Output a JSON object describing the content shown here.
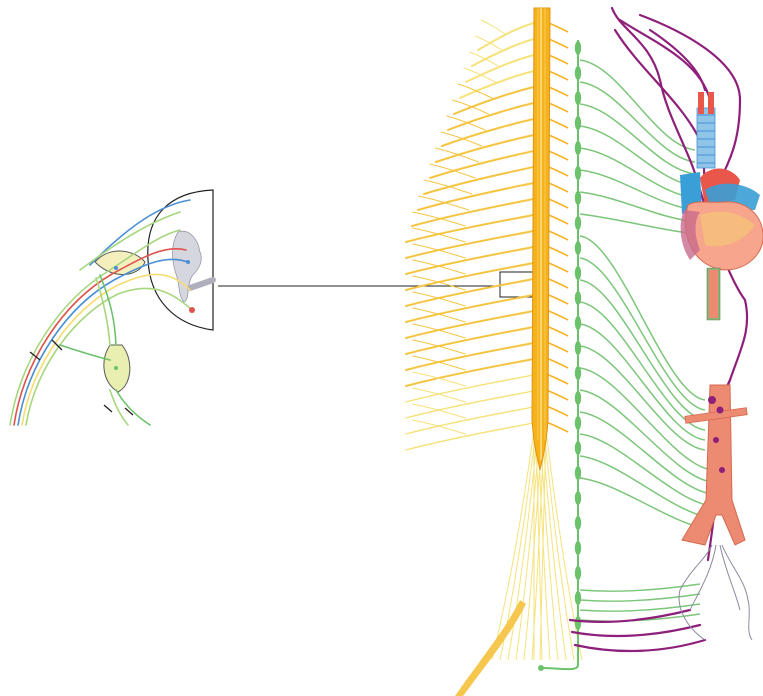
{
  "figure": {
    "caption": "",
    "background": "#ffffff",
    "colors": {
      "spinal_cord": "#f6b21b",
      "spinal_nerve": "#f5c542",
      "cauda_equina": "#f6e27a",
      "sympathetic_chain": "#6cc26a",
      "sympathetic_nerve": "#7cc67a",
      "vagus_nerve": "#8e1f7a",
      "heart_red": "#e8574a",
      "heart_pink": "#f7a58c",
      "aorta": "#ec8a72",
      "trachea": "#8fc6e8",
      "vein_blue": "#3a9fd6",
      "inset_outline": "#222222",
      "inset_gray": "#c8c8d0",
      "inset_green": "#a6d67e",
      "inset_blue": "#4a8fd6",
      "inset_red": "#e0524e",
      "inset_yellow": "#f7f0b0"
    },
    "parts": {
      "spinal_column": "spinal-cord",
      "sympathetic_trunk": "sympathetic-chain",
      "vagus": "vagus-nerve",
      "heart": "heart-icon",
      "aorta": "abdominal-aorta",
      "inset": "spinal-segment-inset"
    }
  }
}
